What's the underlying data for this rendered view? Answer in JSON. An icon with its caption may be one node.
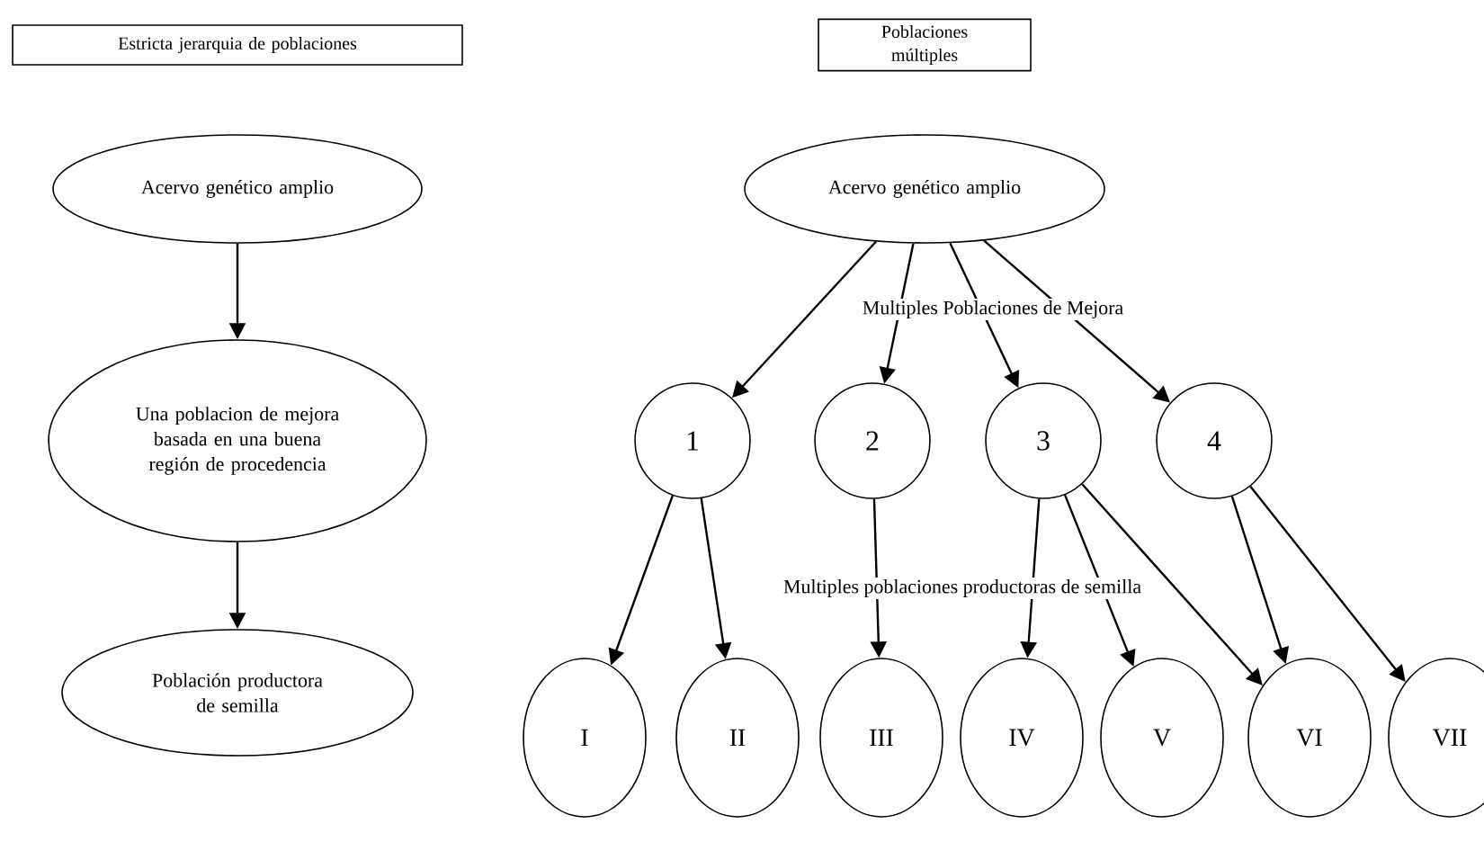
{
  "diagram": {
    "nodes": [
      {
        "text": [
          "Estricta jerarquia de poblaciones"
        ]
      },
      {
        "text": [
          "Acervo genético amplio"
        ]
      },
      {
        "text": [
          "Una poblacion de mejora basada en una buena región de procedencia"
        ]
      },
      {
        "text": [
          "Población productora de semilla"
        ]
      },
      {
        "text": [
          "Poblaciones múltiples"
        ]
      },
      {
        "text": [
          "Acervo genético amplio"
        ]
      },
      {
        "text": [
          "1"
        ]
      },
      {
        "text": [
          "2"
        ]
      },
      {
        "text": [
          "3"
        ]
      },
      {
        "text": [
          "4"
        ]
      },
      {
        "text": [
          "I"
        ]
      },
      {
        "text": [
          "II"
        ]
      },
      {
        "text": [
          "III"
        ]
      },
      {
        "text": [
          "IV"
        ]
      },
      {
        "text": [
          "V"
        ]
      },
      {
        "text": [
          "VI"
        ]
      },
      {
        "text": [
          "VII"
        ]
      }
    ],
    "edges": [
      {
        "from": 1,
        "to": 2,
        "arrow": "to"
      },
      {
        "from": 2,
        "to": 3,
        "arrow": "to"
      },
      {
        "from": 5,
        "to": 6,
        "arrow": "to"
      },
      {
        "from": 5,
        "to": 7,
        "arrow": "to"
      },
      {
        "from": 5,
        "to": 8,
        "arrow": "to"
      },
      {
        "from": 5,
        "to": 9,
        "arrow": "to"
      },
      {
        "from": 6,
        "to": 10,
        "arrow": "to"
      },
      {
        "from": 6,
        "to": 11,
        "arrow": "to"
      },
      {
        "from": 7,
        "to": 12,
        "arrow": "to"
      },
      {
        "from": 8,
        "to": 13,
        "arrow": "to"
      },
      {
        "from": 8,
        "to": 14,
        "arrow": "to"
      },
      {
        "from": 8,
        "to": 15,
        "arrow": "to"
      },
      {
        "from": 9,
        "to": 15,
        "arrow": "to"
      },
      {
        "from": 9,
        "to": 16,
        "arrow": "to"
      }
    ],
    "labels": [
      "Multiples Poblaciones de Mejora",
      "Multiples poblaciones productoras de semilla"
    ]
  }
}
